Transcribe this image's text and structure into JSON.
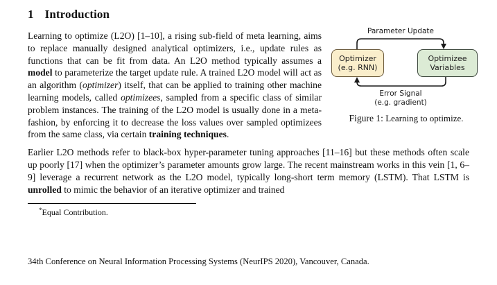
{
  "page": {
    "heading": {
      "number": "1",
      "title": "Introduction"
    },
    "paragraphs": [
      {
        "runs": [
          {
            "t": "Learning to optimize (L2O) [1–10], a rising sub-field of meta learning, aims to replace manually designed analytical optimizers, i.e., update rules as functions that can be fit from data. An L2O method typically assumes a "
          },
          {
            "t": "model",
            "b": true
          },
          {
            "t": " to parameterize the target update rule. A trained L2O model will act as an algorithm ("
          },
          {
            "t": "optimizer",
            "i": true
          },
          {
            "t": ") itself, that can be applied to training other machine learning models, called "
          },
          {
            "t": "optimizees",
            "i": true
          },
          {
            "t": ", sampled from a specific class of similar problem instances. The training of the L2O model is usually done in a meta-fashion, by enforcing it to decrease the loss values over sampled optimizees from the same class, via certain "
          },
          {
            "t": "training techniques",
            "b": true
          },
          {
            "t": "."
          }
        ]
      },
      {
        "runs": [
          {
            "t": "Earlier L2O methods refer to black-box hyper-parameter tuning approaches [11–16] but these methods often scale up poorly [17] when the optimizer’s parameter amounts grow large. The recent mainstream works in this vein [1, 6–9] leverage a recurrent network as the L2O model, typically long-short term memory (LSTM). That LSTM is "
          },
          {
            "t": "unrolled",
            "b": true
          },
          {
            "t": " to mimic the behavior of an iterative optimizer and trained"
          }
        ]
      }
    ],
    "footnote": {
      "marker": "*",
      "text": "Equal Contribution."
    },
    "footer": "34th Conference on Neural Information Processing Systems (NeurIPS 2020), Vancouver, Canada."
  },
  "figure": {
    "caption_label": "Figure 1:",
    "caption_text": "Learning to optimize.",
    "arrow_top_label": "Parameter Update",
    "arrow_bottom_label": "Error Signal",
    "arrow_bottom_sublabel": "(e.g. gradient)",
    "optimizer_box": {
      "line1": "Optimizer",
      "line2": "(e.g. RNN)",
      "fill": "#faeecb",
      "border": "#6b5a3c"
    },
    "optimizee_box": {
      "line1": "Optimizee",
      "line2": "Variables",
      "fill": "#dcebd5",
      "border": "#3d483d"
    },
    "arrow_color": "#1a1a1a"
  }
}
